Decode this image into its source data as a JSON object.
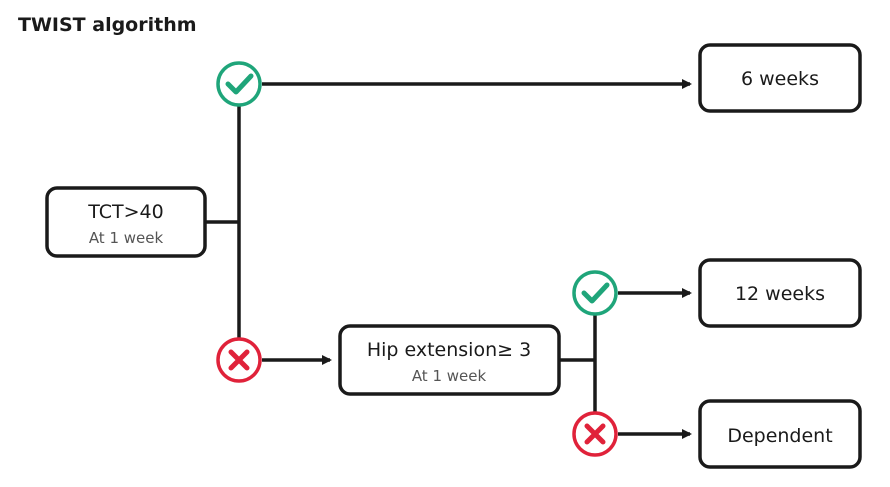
{
  "title": "TWIST algorithm",
  "colors": {
    "line": "#1a1a1a",
    "yes": "#1fa57a",
    "no": "#e0223a"
  },
  "nodes": {
    "tct": {
      "label": "TCT>40",
      "sublabel": "At 1 week"
    },
    "hip": {
      "label": "Hip extension≥ 3",
      "sublabel": "At 1 week"
    },
    "six_weeks": {
      "label": "6 weeks"
    },
    "twelve_weeks": {
      "label": "12 weeks"
    },
    "dependent": {
      "label": "Dependent"
    }
  },
  "decisions": {
    "tct_yes": "check-icon",
    "tct_no": "cross-icon",
    "hip_yes": "check-icon",
    "hip_no": "cross-icon"
  }
}
